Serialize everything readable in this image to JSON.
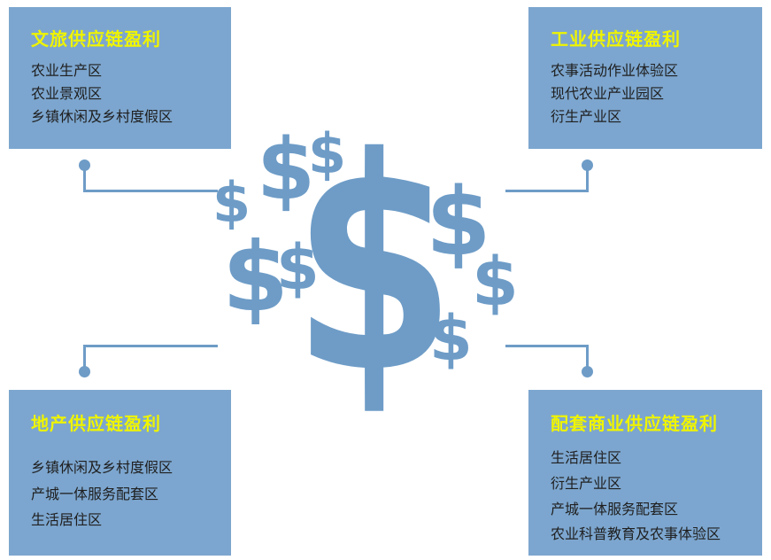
{
  "panels": [
    {
      "id": "top-left",
      "title": "文旅供应链盈利",
      "items": [
        "农业生产区",
        "农业景观区",
        "乡镇休闲及乡村度假区"
      ]
    },
    {
      "id": "top-right",
      "title": "工业供应链盈利",
      "items": [
        "农事活动作业体验区",
        "现代农业产业园区",
        "衍生产业区"
      ]
    },
    {
      "id": "bottom-left",
      "title": "地产供应链盈利",
      "items": [
        "乡镇休闲及乡村度假区",
        "产城一体服务配套区",
        "生活居住区"
      ]
    },
    {
      "id": "bottom-right",
      "title": "配套商业供应链盈利",
      "items": [
        "生活居住区",
        "衍生产业区",
        "产城一体服务配套区",
        "农业科普教育及农事体验区"
      ]
    }
  ],
  "center": {
    "dollar_signs": [
      "$",
      "$",
      "$",
      "$",
      "$",
      "$",
      "$",
      "$",
      "$"
    ]
  },
  "colors": {
    "panel_blue": "#7CA6CF",
    "dollar_blue": "#6E9CC7",
    "title_yellow": "#EFF400",
    "item_text": "#1F1F1F"
  }
}
